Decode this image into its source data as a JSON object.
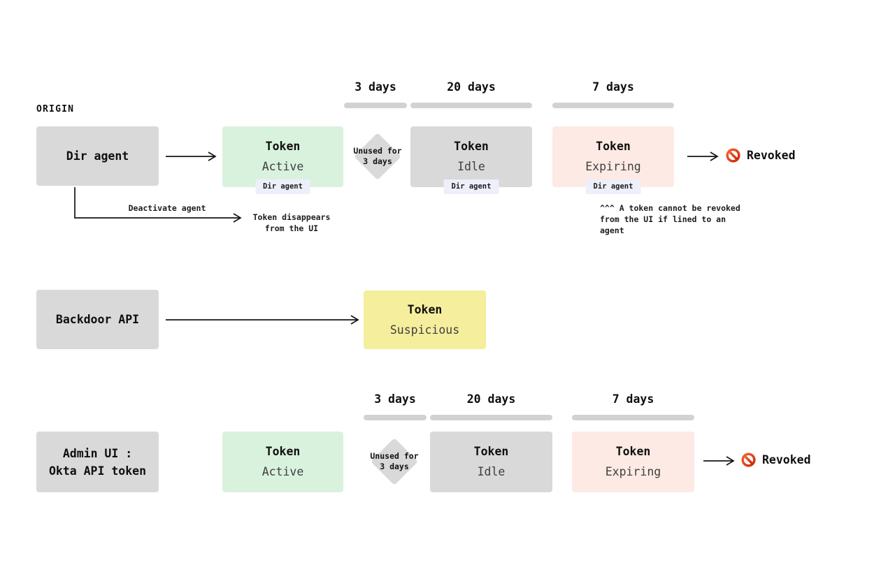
{
  "origin_label": "ORIGIN",
  "top": {
    "durations": [
      {
        "label": "3 days"
      },
      {
        "label": "20 days"
      },
      {
        "label": "7 days"
      }
    ],
    "source": {
      "label": "Dir agent"
    },
    "states": [
      {
        "title": "Token",
        "status": "Active",
        "tag": "Dir agent"
      },
      {
        "title": "Token",
        "status": "Idle",
        "tag": "Dir agent"
      },
      {
        "title": "Token",
        "status": "Expiring",
        "tag": "Dir agent"
      }
    ],
    "idle_condition": {
      "line1": "Unused for",
      "line2": "3 days"
    },
    "revoked": {
      "label": "Revoked",
      "icon": "no-entry-icon"
    },
    "deactivate": {
      "label": "Deactivate agent",
      "result_line1": "Token disappears",
      "result_line2": "from the UI"
    },
    "note": {
      "line1": "^^^ A token cannot be revoked",
      "line2": "from the UI if lined to an",
      "line3": "agent"
    }
  },
  "middle": {
    "source": {
      "label": "Backdoor API"
    },
    "state": {
      "title": "Token",
      "status": "Suspicious"
    }
  },
  "bottom": {
    "durations": [
      {
        "label": "3 days"
      },
      {
        "label": "20 days"
      },
      {
        "label": "7 days"
      }
    ],
    "source": {
      "line1": "Admin UI :",
      "line2": "Okta API token"
    },
    "states": [
      {
        "title": "Token",
        "status": "Active"
      },
      {
        "title": "Token",
        "status": "Idle"
      },
      {
        "title": "Token",
        "status": "Expiring"
      }
    ],
    "idle_condition": {
      "line1": "Unused for",
      "line2": "3 days"
    },
    "revoked": {
      "label": "Revoked",
      "icon": "no-entry-icon"
    }
  },
  "colors": {
    "state_active_bg": "#d9f2de",
    "state_idle_bg": "#d9d9d9",
    "state_expiring_bg": "#fdeae4",
    "state_suspicious_bg": "#f5ee9c",
    "source_box_bg": "#d9d9d9",
    "tag_bg": "#edeffa",
    "duration_bar": "#d2d2d2",
    "revoked_icon_red": "#e2401f",
    "text": "#111111"
  }
}
